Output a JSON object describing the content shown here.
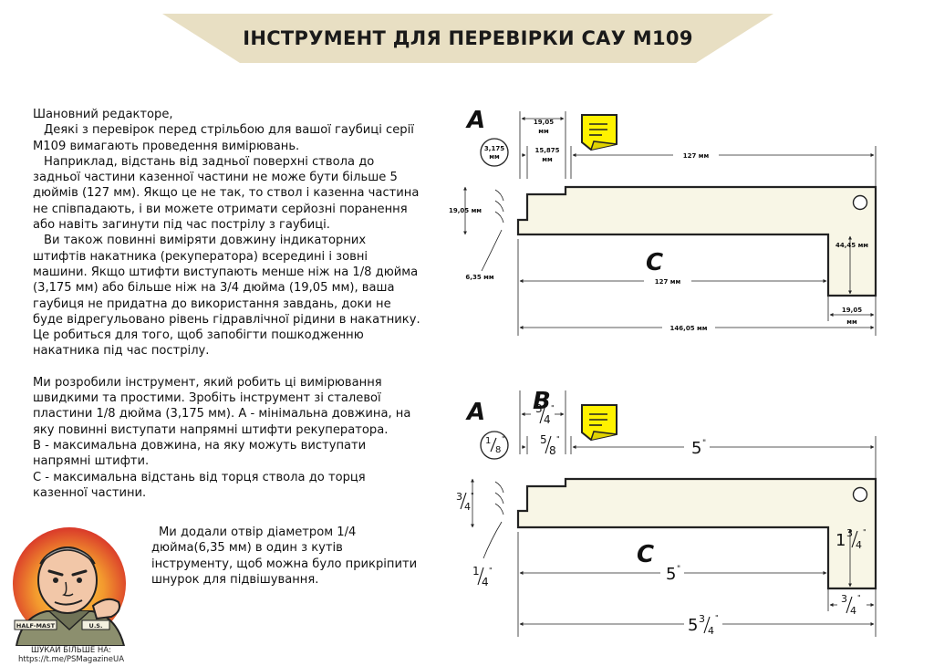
{
  "title": "ІНСТРУМЕНТ ДЛЯ ПЕРЕВІРКИ САУ M109",
  "colors": {
    "banner": "#e8dfc3",
    "plate": "#f8f6e6",
    "note": "#fff200"
  },
  "intro": {
    "p1": "Шановний редакторе,",
    "p2": "Деякі з перевірок перед стрільбою для вашої гаубиці серії M109 вимагають проведення вимірювань.",
    "p3": "Наприклад, відстань від задньої поверхні ствола до задньої частини казенної частини не може бути більше 5 дюймів (127 мм). Якщо це не так, то ствол і казенна частина не співпадають, і ви можете отримати серйозні поранення або навіть загинути під час пострілу з гаубиці.",
    "p4": "Ви також повинні виміряти довжину індикаторних штифтів накатника (рекуператора) всередині і зовні машини. Якщо штифти виступають менше ніж на 1/8 дюйма (3,175 мм) або більше ніж на 3/4 дюйма (19,05 мм), ваша гаубиця не придатна до використання завдань, доки не буде відрегульовано рівень гідравлічної рідини в накатнику. Це робиться для того, щоб запобігти пошкодженню накатника під час пострілу."
  },
  "tool": {
    "p1": "Ми розробили інструмент, який робить ці вимірювання швидкими та простими. Зробіть інструмент зі сталевої пластини 1/8 дюйма (3,175 мм). А - мінімальна довжина, на яку повинні виступати напрямні штифти рекуператора.",
    "p2": "В - максимальна довжина, на яку можуть виступати напрямні штифти.",
    "p3": "С - максимальна відстань від торця ствола до торця казенної частини."
  },
  "hole_para": "Ми додали отвір діаметром 1/4 дюйма(6,35 мм) в один з кутів інструменту, щоб можна було прикріпити шнурок для підвішування.",
  "credits": {
    "line1": "ШУКАЙ БІЛЬШЕ НА:",
    "line2": "https://t.me/PSMagazineUA"
  },
  "mascot": {
    "badge_left": "HALF-MAST",
    "badge_right": "U.S."
  },
  "metric_diagram": {
    "label_a": "A",
    "label_c": "C",
    "a_value": "3,175",
    "a_unit": "мм",
    "b_value": "19,05",
    "b_unit": "мм",
    "pin_value": "15,875",
    "pin_unit": "мм",
    "top_length": "127 мм",
    "left_height": "19,05 мм",
    "hole": "6,35 мм",
    "c_length": "127 мм",
    "foot_height": "44,45 мм",
    "foot_width": "19,05",
    "foot_width_unit": "мм",
    "total_length": "146,05 мм"
  },
  "imperial_diagram": {
    "label_a": "A",
    "label_b": "B",
    "label_c": "C",
    "a_num": "1",
    "a_den": "8",
    "b_num": "3",
    "b_den": "4",
    "pin_num": "5",
    "pin_den": "8",
    "top_length": "5",
    "left_num": "3",
    "left_den": "4",
    "hole_num": "1",
    "hole_den": "4",
    "c_length": "5",
    "foot_whole": "1",
    "foot_num": "3",
    "foot_den": "4",
    "foot_w_num": "3",
    "foot_w_den": "4",
    "total_whole": "5",
    "total_num": "3",
    "total_den": "4",
    "inch": "\""
  }
}
